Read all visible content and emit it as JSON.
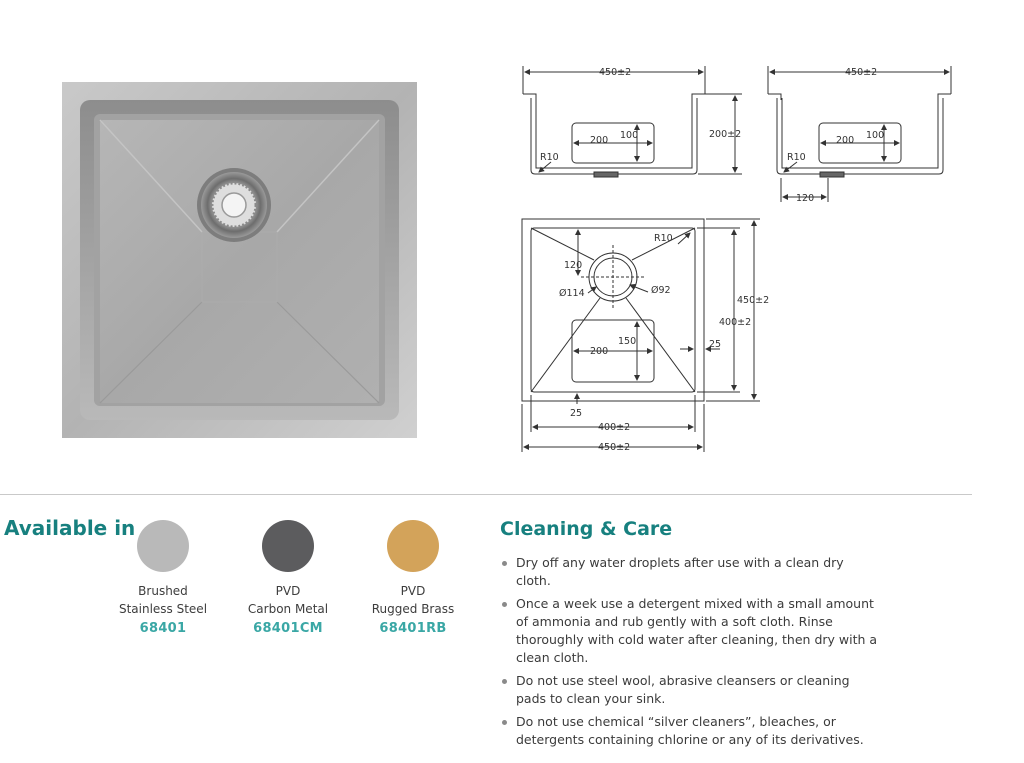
{
  "dimensions": {
    "front_view": {
      "width": "450±2",
      "height": "200±2",
      "bowl_w": "200",
      "bowl_h": "100",
      "radius": "R10"
    },
    "side_view": {
      "width": "450±2",
      "bowl_w": "200",
      "bowl_h": "100",
      "radius": "R10",
      "offset": "120"
    },
    "plan_view": {
      "radius": "R10",
      "offset_top": "120",
      "outer_dia": "Ø114",
      "inner_dia": "Ø92",
      "bowl_w": "200",
      "bowl_h": "150",
      "edge_right": "25",
      "edge_bottom": "25",
      "inner_h": "400±2",
      "outer_h": "450±2",
      "inner_w": "400±2",
      "outer_w": "450±2"
    }
  },
  "available": {
    "title": "Available in",
    "finishes": [
      {
        "line1": "Brushed",
        "line2": "Stainless Steel",
        "code": "68401",
        "color": "#b9b9b9"
      },
      {
        "line1": "PVD",
        "line2": "Carbon Metal",
        "code": "68401CM",
        "color": "#5c5c5e"
      },
      {
        "line1": "PVD",
        "line2": "Rugged Brass",
        "code": "68401RB",
        "color": "#d3a35a"
      }
    ]
  },
  "care": {
    "title": "Cleaning & Care",
    "items": [
      "Dry off any water droplets after use with a clean dry cloth.",
      "Once a week use a detergent mixed with a small amount of ammonia and rub gently with a soft cloth. Rinse thoroughly with cold water after cleaning, then dry with a clean cloth.",
      "Do not use steel wool, abrasive cleansers or cleaning pads to clean your sink.",
      "Do not use chemical “silver cleaners”, bleaches, or detergents containing chlorine or any of its derivatives."
    ]
  },
  "colors": {
    "accent": "#17807f",
    "code": "#3aa7a5"
  }
}
